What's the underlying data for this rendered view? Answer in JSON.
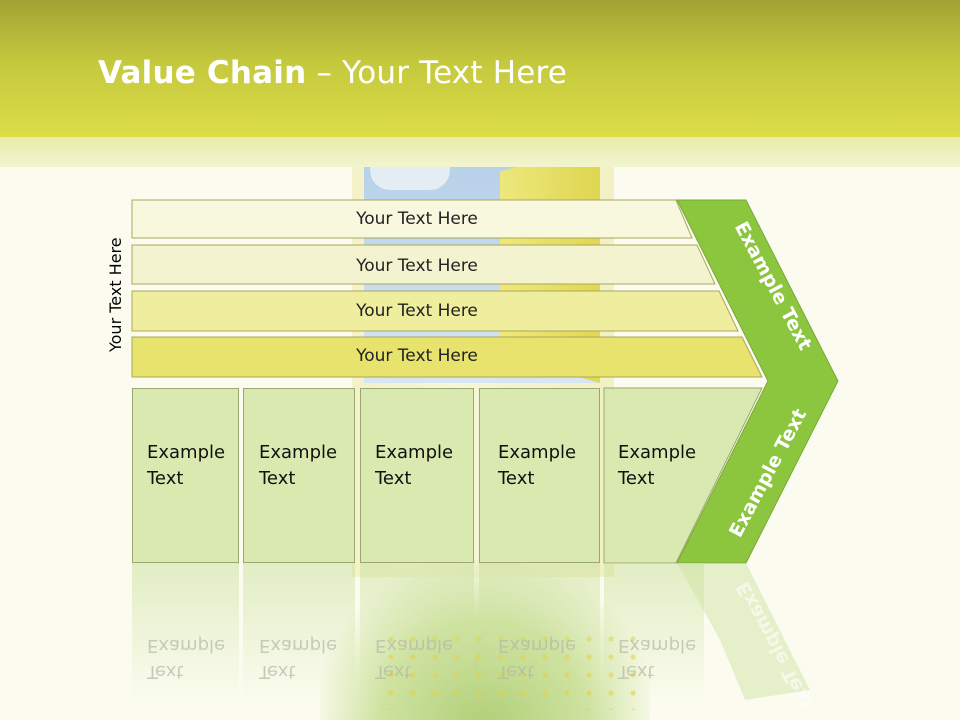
{
  "title": {
    "bold": "Value Chain",
    "rest": " – Your Text Here"
  },
  "side_label": "Your Text Here",
  "rows": [
    {
      "label": "Your Text Here"
    },
    {
      "label": "Your Text Here"
    },
    {
      "label": "Your Text Here"
    },
    {
      "label": "Your Text Here"
    }
  ],
  "boxes": [
    {
      "line1": "Example",
      "line2": "Text"
    },
    {
      "line1": "Example",
      "line2": "Text"
    },
    {
      "line1": "Example",
      "line2": "Text"
    },
    {
      "line1": "Example",
      "line2": "Text"
    },
    {
      "line1": "Example",
      "line2": "Text"
    }
  ],
  "chevron": {
    "upper": "Example Text",
    "lower": "Example Text"
  },
  "colors": {
    "header": "#dcdd47",
    "row_fills": [
      "#f7f8de",
      "#f3f4cf",
      "#efee9f",
      "#e7e36d"
    ],
    "box_fill": "#d9e9b0",
    "chevron": "#8cc63f"
  }
}
